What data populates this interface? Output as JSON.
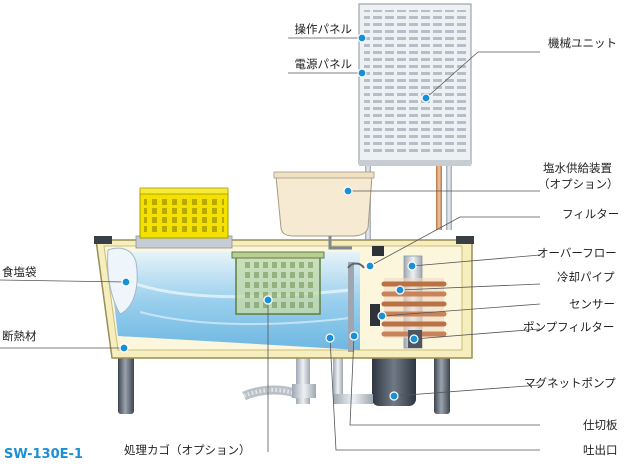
{
  "model_code": "SW-130E-1",
  "colors": {
    "accent": "#1b8fd6",
    "tank_fill": "#f6eebd",
    "tank_stroke": "#9a8e55",
    "water": "#a9d6f3",
    "crate": "#f4e100",
    "unit_panel": "#e9ecf0"
  },
  "labels": {
    "operation_panel": "操作パネル",
    "power_panel": "電源パネル",
    "machine_unit": "機械ユニット",
    "brine_feeder": "塩水供給装置",
    "brine_feeder_option": "（オプション）",
    "filter": "フィルター",
    "overflow": "オーバーフロー",
    "cooling_pipe": "冷却パイプ",
    "sensor": "センサー",
    "pump_filter": "ポンプフィルター",
    "salt_bag": "食塩袋",
    "insulation": "断熱材",
    "magnet_pump": "マグネットポンプ",
    "partition": "仕切板",
    "outlet": "吐出口",
    "processing_basket": "処理カゴ（オプション）"
  }
}
